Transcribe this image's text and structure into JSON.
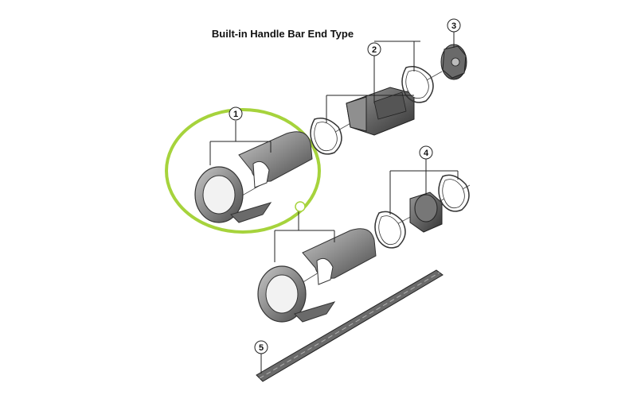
{
  "diagram": {
    "title": "Built-in Handle Bar End Type",
    "callouts": [
      "1",
      "2",
      "3",
      "4",
      "5"
    ],
    "highlight_color": "#a6d33c",
    "part_color": "#7a7a7a"
  }
}
